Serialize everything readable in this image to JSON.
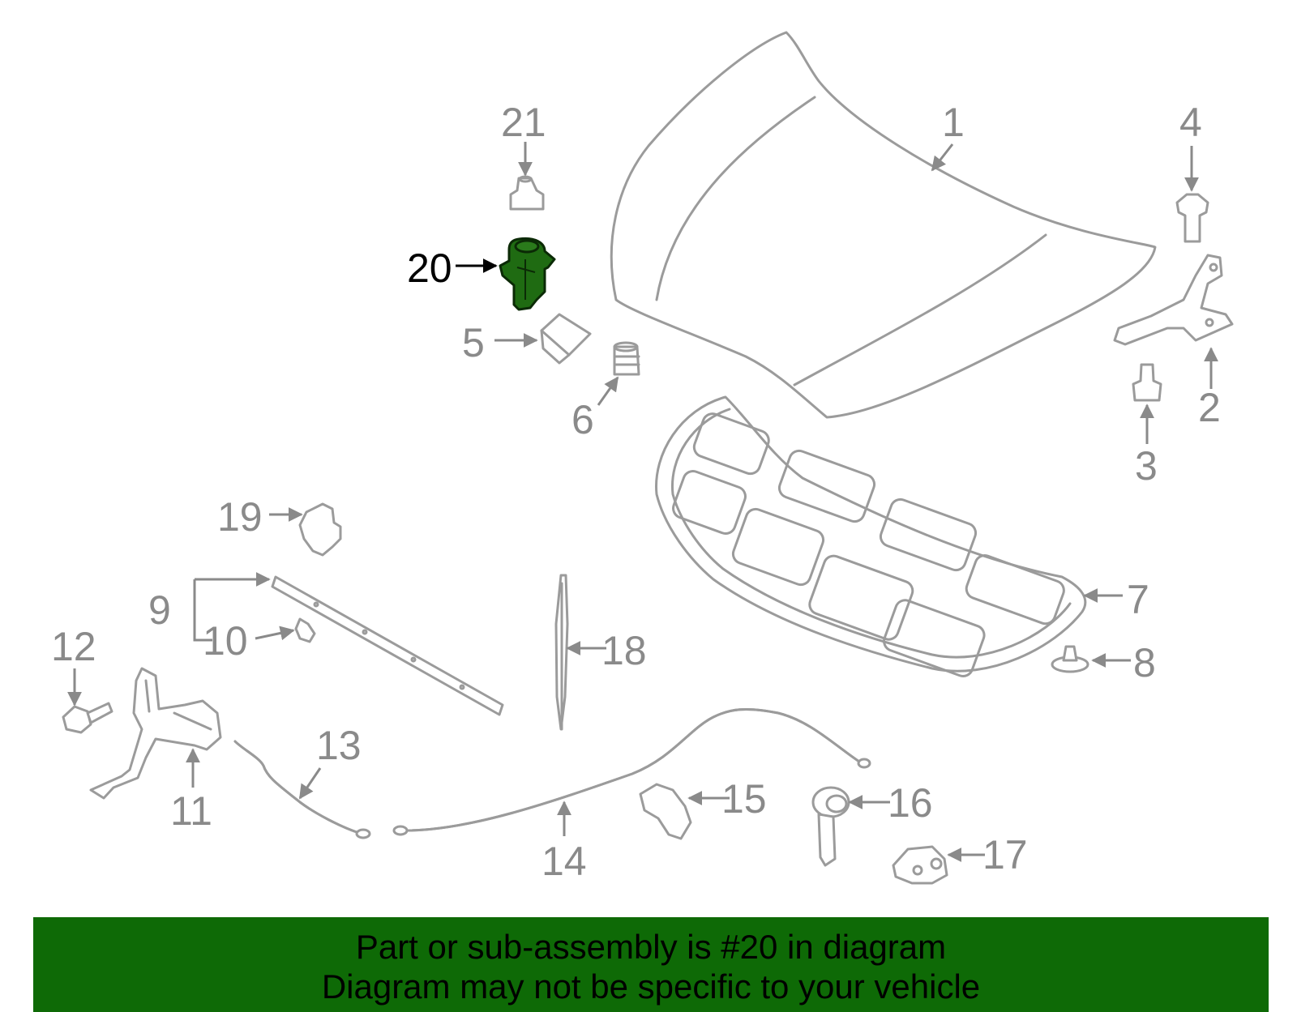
{
  "diagram": {
    "labels": [
      "1",
      "2",
      "3",
      "4",
      "5",
      "6",
      "7",
      "8",
      "9",
      "10",
      "11",
      "12",
      "13",
      "14",
      "15",
      "16",
      "17",
      "18",
      "19",
      "20",
      "21"
    ],
    "highlighted_part": "20",
    "highlight_color": "#1f6b12",
    "line_color": "#9b9b9b"
  },
  "caption": {
    "line1": "Part or sub-assembly is #20 in diagram",
    "line2": "Diagram may not be specific to your vehicle",
    "background": "#0e6a06"
  }
}
